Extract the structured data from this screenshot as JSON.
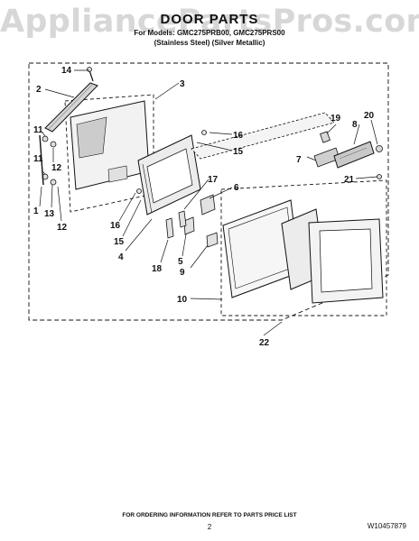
{
  "watermark": "AppliancePartsPros.com",
  "header": {
    "title": "DOOR PARTS",
    "models": "For Models: GMC275PRB00, GMC275PRS00",
    "finish": "(Stainless Steel) (Silver Metallic)"
  },
  "callouts": {
    "c1": "1",
    "c2": "2",
    "c3": "3",
    "c4": "4",
    "c5": "5",
    "c6": "6",
    "c7": "7",
    "c8": "8",
    "c9": "9",
    "c10": "10",
    "c11a": "11",
    "c11b": "11",
    "c12a": "12",
    "c12b": "12",
    "c13": "13",
    "c14": "14",
    "c15a": "15",
    "c15b": "15",
    "c16a": "16",
    "c16b": "16",
    "c17": "17",
    "c18": "18",
    "c19": "19",
    "c20": "20",
    "c21": "21",
    "c22": "22"
  },
  "footer": {
    "ordering_note": "FOR ORDERING INFORMATION REFER TO PARTS PRICE LIST",
    "page_number": "2",
    "document_number": "W10457879"
  }
}
